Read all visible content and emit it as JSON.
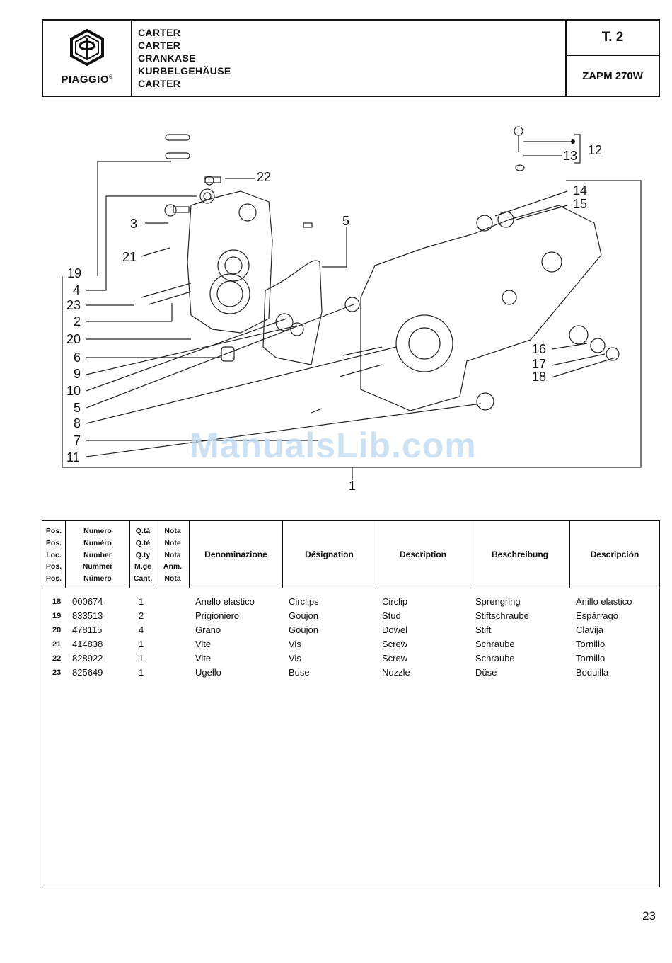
{
  "header": {
    "brand": "PIAGGIO",
    "brand_mark": "®",
    "titles": [
      "CARTER",
      "CARTER",
      "CRANKASE",
      "KURBELGEHÄUSE",
      "CARTER"
    ],
    "table_no": "T. 2",
    "model": "ZAPM 270W"
  },
  "diagram": {
    "callouts": [
      "19",
      "4",
      "23",
      "2",
      "20",
      "6",
      "9",
      "10",
      "5",
      "8",
      "7",
      "11",
      "3",
      "21",
      "22",
      "5",
      "12",
      "13",
      "14",
      "15",
      "16",
      "17",
      "18",
      "1"
    ],
    "watermark": "ManualsLib.com"
  },
  "table": {
    "headers": {
      "pos": [
        "Pos.",
        "Pos.",
        "Loc.",
        "Pos.",
        "Pos."
      ],
      "numero": [
        "Numero",
        "Numéro",
        "Number",
        "Nummer",
        "Número"
      ],
      "qty": [
        "Q.tà",
        "Q.té",
        "Q.ty",
        "M.ge",
        "Cant."
      ],
      "note": [
        "Nota",
        "Note",
        "Nota",
        "Anm.",
        "Nota"
      ],
      "denominazione": "Denominazione",
      "designation": "Désignation",
      "description": "Description",
      "beschreibung": "Beschreibung",
      "descripcion": "Descripción"
    },
    "rows": [
      {
        "pos": "18",
        "number": "000674",
        "qty": "1",
        "it": "Anello elastico",
        "fr": "Circlips",
        "en": "Circlip",
        "de": "Sprengring",
        "es": "Anillo elastico"
      },
      {
        "pos": "19",
        "number": "833513",
        "qty": "2",
        "it": "Prigioniero",
        "fr": "Goujon",
        "en": "Stud",
        "de": "Stiftschraube",
        "es": "Espárrago"
      },
      {
        "pos": "20",
        "number": "478115",
        "qty": "4",
        "it": "Grano",
        "fr": "Goujon",
        "en": "Dowel",
        "de": "Stift",
        "es": "Clavija"
      },
      {
        "pos": "21",
        "number": "414838",
        "qty": "1",
        "it": "Vite",
        "fr": "Vis",
        "en": "Screw",
        "de": "Schraube",
        "es": "Tornillo"
      },
      {
        "pos": "22",
        "number": "828922",
        "qty": "1",
        "it": "Vite",
        "fr": "Vis",
        "en": "Screw",
        "de": "Schraube",
        "es": "Tornillo"
      },
      {
        "pos": "23",
        "number": "825649",
        "qty": "1",
        "it": "Ugello",
        "fr": "Buse",
        "en": "Nozzle",
        "de": "Düse",
        "es": "Boquilla"
      }
    ]
  },
  "page_number": "23"
}
